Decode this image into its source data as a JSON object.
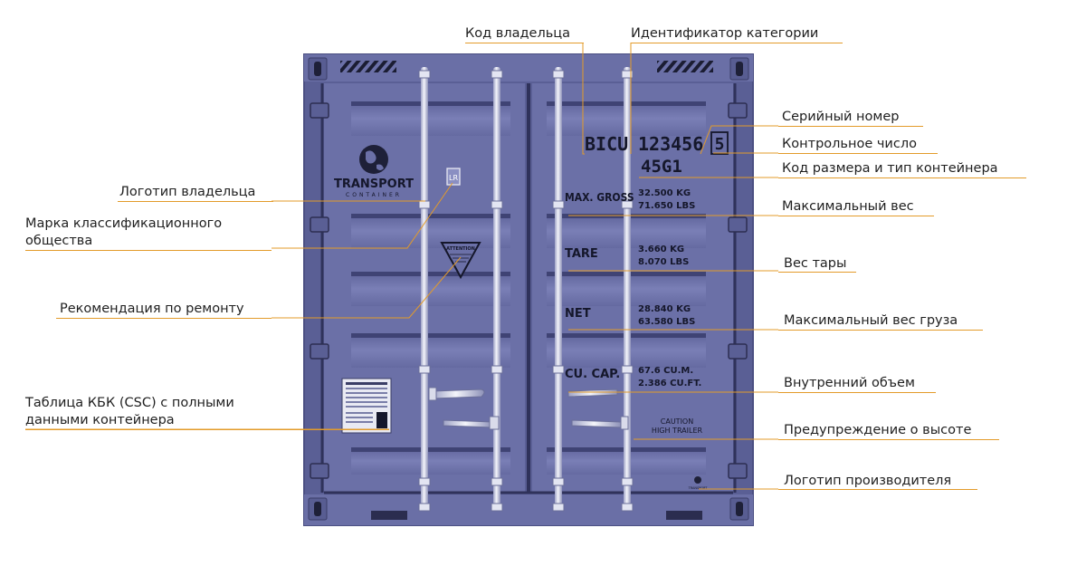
{
  "container": {
    "logo_title": "TRANSPORT",
    "logo_subtitle": "CONTAINER",
    "class_society_mark": "LR",
    "owner_code": "BICU",
    "serial_number": "123456",
    "check_digit": "5",
    "size_type_code": "45G1",
    "max_gross_label": "MAX. GROSS",
    "max_gross_kg": "32.500 KG",
    "max_gross_lbs": "71.650 LBS",
    "tare_label": "TARE",
    "tare_kg": "3.660 KG",
    "tare_lbs": "8.070 LBS",
    "net_label": "NET",
    "net_kg": "28.840 KG",
    "net_lbs": "63.580 LBS",
    "cu_cap_label": "CU. CAP.",
    "cu_cap_m": "67.6 CU.M.",
    "cu_cap_ft": "2.386 CU.FT.",
    "caution_line1": "CAUTION",
    "caution_line2": "HIGH TRAILER",
    "attention_label": "ATTENTION",
    "manufacturer_mark": "TRANSPORT",
    "colors": {
      "body": "#6b70a7",
      "frame": "#5a5f95",
      "dark": "#2f325a",
      "highlight": "#8c91c4",
      "callout_line": "#e39b2a"
    }
  },
  "callouts": [
    {
      "id": "owner-code",
      "text": "Код владельца"
    },
    {
      "id": "category-id",
      "text": "Идентификатор категории"
    },
    {
      "id": "serial-number",
      "text": "Серийный номер"
    },
    {
      "id": "check-digit",
      "text": "Контрольное число"
    },
    {
      "id": "size-type",
      "text": "Код размера и тип контейнера"
    },
    {
      "id": "owner-logo",
      "text": "Логотип владельца"
    },
    {
      "id": "max-weight",
      "text": "Максимальный вес"
    },
    {
      "id": "class-society",
      "text": "Марка классификационного общества"
    },
    {
      "id": "tare-weight",
      "text": "Вес тары"
    },
    {
      "id": "repair-recommendation",
      "text": "Рекомендация по ремонту"
    },
    {
      "id": "max-cargo-weight",
      "text": "Максимальный вес груза"
    },
    {
      "id": "internal-volume",
      "text": "Внутренний объем"
    },
    {
      "id": "csc-plate",
      "text": "Таблица КБК (CSC) с полными данными контейнера"
    },
    {
      "id": "height-warning",
      "text": "Предупреждение о высоте"
    },
    {
      "id": "manufacturer-logo",
      "text": "Логотип производителя"
    }
  ]
}
